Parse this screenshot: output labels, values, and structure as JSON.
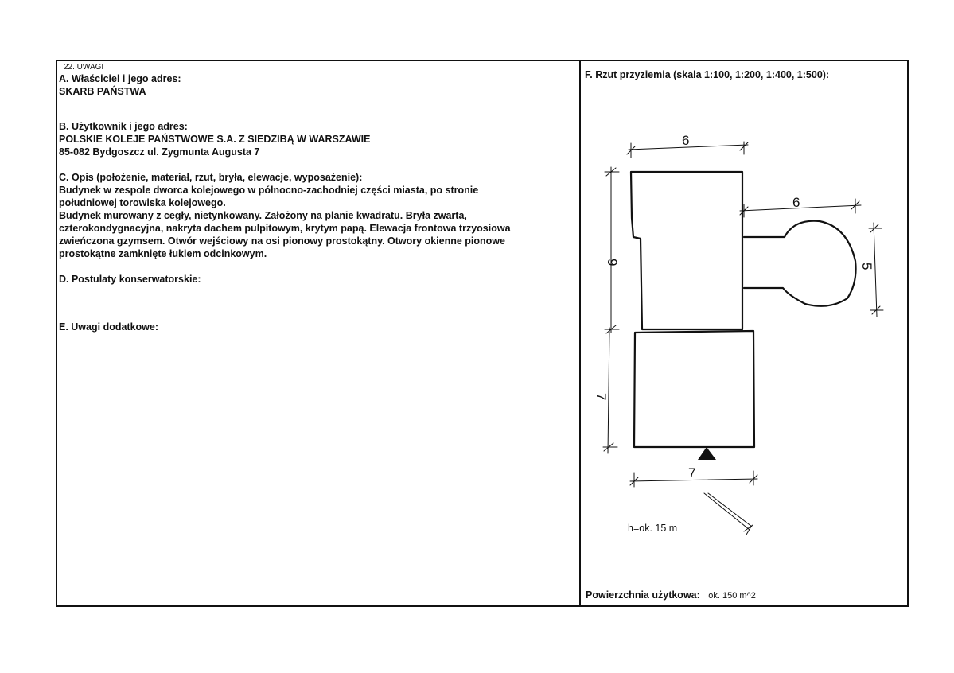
{
  "section": {
    "number_label": "22. UWAGI"
  },
  "owner": {
    "heading": "A. Właściciel i jego adres:",
    "name": "SKARB PAŃSTWA"
  },
  "user": {
    "heading": "B. Użytkownik i jego adres:",
    "name": "POLSKIE KOLEJE PAŃSTWOWE S.A. Z SIEDZIBĄ W WARSZAWIE",
    "address": "85-082 Bydgoszcz ul. Zygmunta Augusta 7"
  },
  "description": {
    "heading": "C. Opis (położenie, materiał, rzut, bryła, elewacje, wyposażenie):",
    "lines": [
      "Budynek w zespole dworca kolejowego w północno-zachodniej części miasta, po stronie",
      "południowej torowiska kolejowego.",
      "Budynek murowany z cegły, nietynkowany. Założony na planie kwadratu. Bryła zwarta,",
      "czterokondygnacyjna, nakryta dachem pulpitowym, krytym papą. Elewacja frontowa trzyosiowa",
      "zwieńczona gzymsem. Otwór wejściowy na osi pionowy prostokątny. Otwory okienne pionowe",
      "prostokątne zamknięte łukiem odcinkowym."
    ]
  },
  "conservation": {
    "heading": "D. Postulaty konserwatorskie:"
  },
  "remarks": {
    "heading": "E. Uwagi dodatkowe:"
  },
  "plan": {
    "title": "F. Rzut przyziemia (skala 1:100, 1:200, 1:400, 1:500):",
    "dims": {
      "top_width": "6",
      "annex_width": "6",
      "upper_height": "9",
      "annex_height": "5",
      "lower_height": "7",
      "bottom_width": "7"
    },
    "height_note": "h=ok. 15 m"
  },
  "area": {
    "label": "Powierzchnia użytkowa:",
    "value": "ok. 150 m^2"
  }
}
